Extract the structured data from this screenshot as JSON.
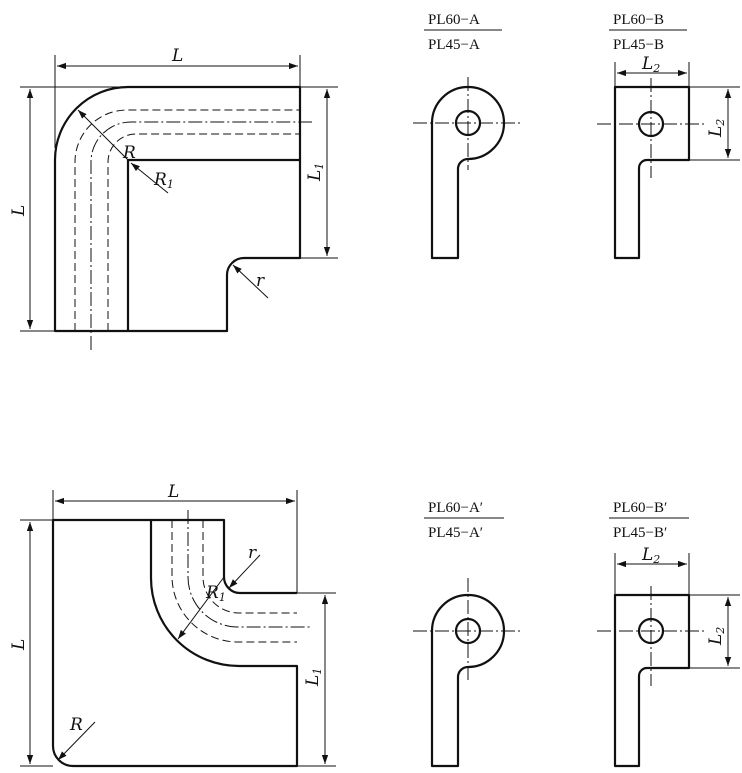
{
  "dims": {
    "L": "L",
    "L1_main": "L",
    "L1_sub": "1",
    "L2_main": "L",
    "L2_sub": "2",
    "R": "R",
    "R1_main": "R",
    "R1_sub": "1",
    "r": "r"
  },
  "codes": {
    "top_a_num": "PL60−A",
    "top_a_den": "PL45−A",
    "top_b_num": "PL60−B",
    "top_b_den": "PL45−B",
    "bot_a_num": "PL60−A′",
    "bot_a_den": "PL45−A′",
    "bot_b_num": "PL60−B′",
    "bot_b_den": "PL45−B′"
  }
}
